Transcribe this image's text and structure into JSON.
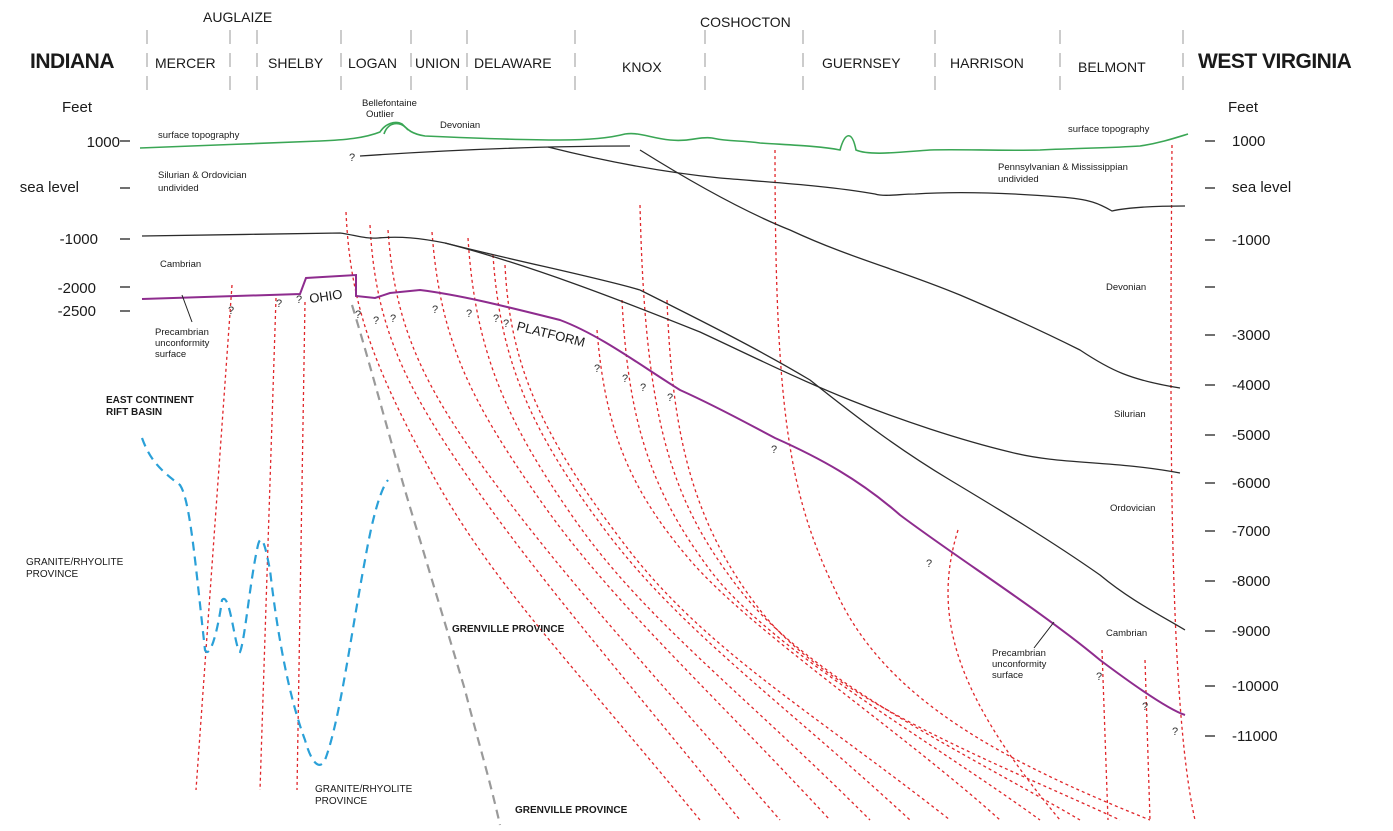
{
  "states": {
    "left": "INDIANA",
    "right": "WEST VIRGINIA"
  },
  "counties_upper": [
    "AUGLAIZE",
    "COSHOCTON"
  ],
  "counties": [
    "MERCER",
    "SHELBY",
    "LOGAN",
    "UNION",
    "DELAWARE",
    "KNOX",
    "GUERNSEY",
    "HARRISON",
    "BELMONT"
  ],
  "axes": {
    "unit_label": "Feet",
    "left_ticks": [
      "1000",
      "sea level",
      "-1000",
      "-2000",
      "-2500"
    ],
    "right_ticks": [
      "1000",
      "sea level",
      "-1000",
      "-3000",
      "-4000",
      "-5000",
      "-6000",
      "-7000",
      "-8000",
      "-9000",
      "-10000",
      "-11000"
    ]
  },
  "labels": {
    "surface_topography": "surface topography",
    "surface_topography_right": "surface topography",
    "bellefontaine_1": "Bellefontaine",
    "bellefontaine_2": "Outlier",
    "devonian_top": "Devonian",
    "silurian_ordovician_1": "Silurian & Ordovician",
    "silurian_ordovician_2": "undivided",
    "penn_miss_1": "Pennsylvanian & Mississippian",
    "penn_miss_2": "undivided",
    "cambrian_left": "Cambrian",
    "devonian_right": "Devonian",
    "silurian_right": "Silurian",
    "ordovician_right": "Ordovician",
    "cambrian_right": "Cambrian",
    "precambrian_left_1": "Precambrian",
    "precambrian_left_2": "unconformity",
    "precambrian_left_3": "surface",
    "precambrian_right_1": "Precambrian",
    "precambrian_right_2": "unconformity",
    "precambrian_right_3": "surface",
    "ohio": "OHIO",
    "platform": "PLATFORM",
    "rift_1": "EAST CONTINENT",
    "rift_2": "RIFT BASIN",
    "granite_left_1": "GRANITE/RHYOLITE",
    "granite_left_2": "PROVINCE",
    "granite_bottom_1": "GRANITE/RHYOLITE",
    "granite_bottom_2": "PROVINCE",
    "grenville_mid": "GRENVILLE PROVINCE",
    "grenville_bottom": "GRENVILLE PROVINCE",
    "question": "?"
  },
  "colors": {
    "surface": "#3aa655",
    "horizon": "#2b2b2b",
    "precambrian": "#8e2c8e",
    "fault": "#e0262a",
    "rift": "#2aa0d8",
    "grenville_front": "#9a9a9a",
    "county_divider": "#bbbbbb"
  }
}
